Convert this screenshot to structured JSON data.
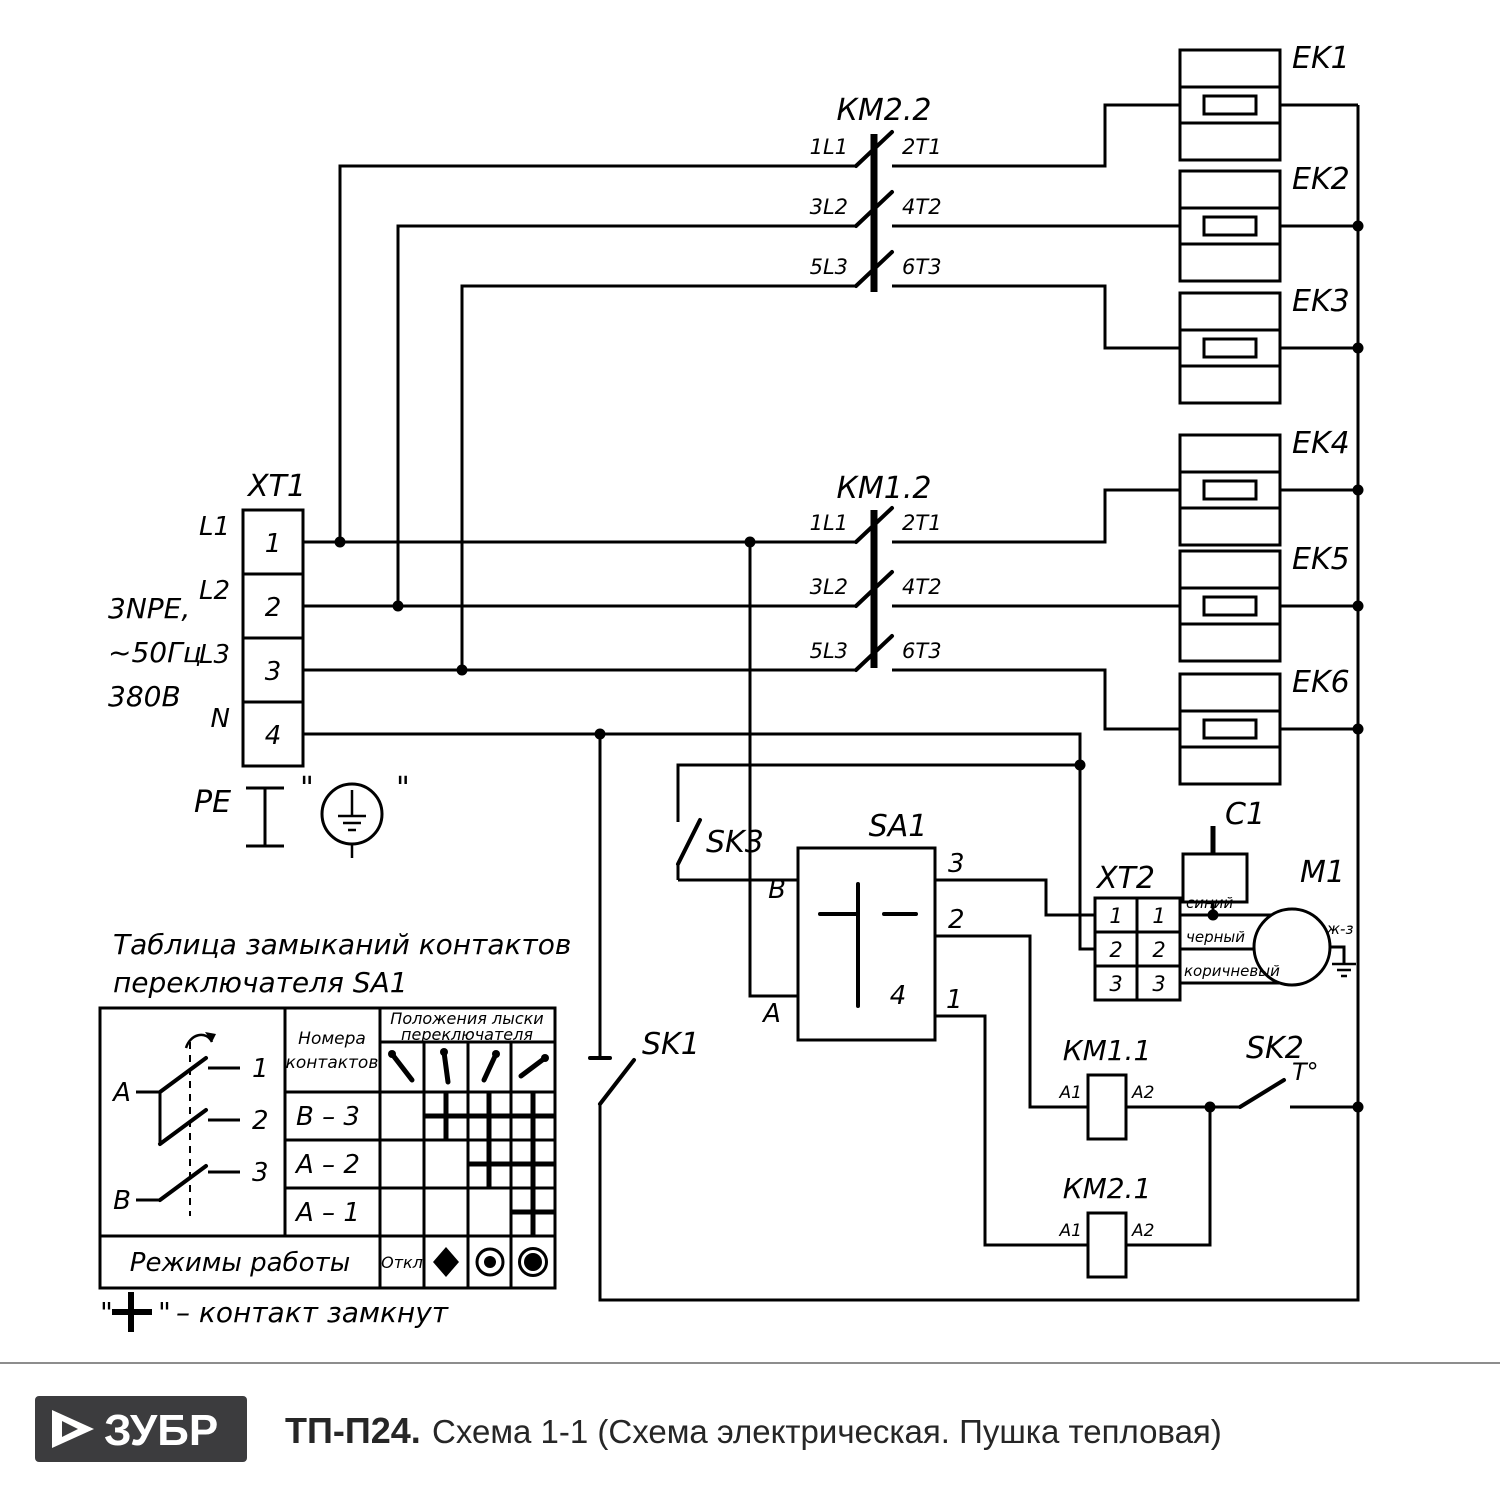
{
  "schematic": {
    "xt1": {
      "label": "XT1",
      "pe": "PE",
      "pe_quote": "\"",
      "supply_lines": [
        "3NPE,",
        "~50Гц",
        "380В"
      ],
      "phase_labels": [
        "L1",
        "L2",
        "L3",
        "N"
      ],
      "terminals": [
        "1",
        "2",
        "3",
        "4"
      ]
    },
    "km22": {
      "label": "КМ2.2",
      "pole_in": [
        "1L1",
        "3L2",
        "5L3"
      ],
      "pole_out": [
        "2T1",
        "4T2",
        "6T3"
      ]
    },
    "km12": {
      "label": "КМ1.2",
      "pole_in": [
        "1L1",
        "3L2",
        "5L3"
      ],
      "pole_out": [
        "2T1",
        "4T2",
        "6T3"
      ]
    },
    "heaters": [
      "EK1",
      "EK2",
      "EK3",
      "EK4",
      "EK5",
      "EK6"
    ],
    "sk1": "SK1",
    "sk3": "SK3",
    "sa1": {
      "label": "SA1",
      "b": "В",
      "a": "А",
      "t3": "3",
      "t2": "2",
      "t1": "1",
      "t4": "4"
    },
    "xt2": {
      "label": "XT2",
      "left": [
        "1",
        "2",
        "3"
      ],
      "right": [
        "1",
        "2",
        "3"
      ]
    },
    "c1": "C1",
    "m1": "M1",
    "ground_wire": "ж-з",
    "wire_colors": [
      "синий",
      "черный",
      "коричневый"
    ],
    "km11": {
      "label": "КМ1.1",
      "a1": "A1",
      "a2": "A2"
    },
    "km21": {
      "label": "КМ2.1",
      "a1": "A1",
      "a2": "A2"
    },
    "sk2": {
      "label": "SK2",
      "temp": "T°"
    }
  },
  "table": {
    "title_line1": "Таблица замыканий контактов",
    "title_line2": "переключателя SA1",
    "header_contacts_line1": "Номера",
    "header_contacts_line2": "контактов",
    "header_positions_line1": "Положения лыски",
    "header_positions_line2": "переключателя",
    "switch": {
      "a": "А",
      "b": "В",
      "n1": "1",
      "n2": "2",
      "n3": "3"
    },
    "rows": [
      {
        "name": "В – 3",
        "closed": [
          false,
          true,
          true,
          true
        ]
      },
      {
        "name": "А – 2",
        "closed": [
          false,
          false,
          true,
          true
        ]
      },
      {
        "name": "А – 1",
        "closed": [
          false,
          false,
          false,
          true
        ]
      }
    ],
    "modes_label": "Режимы работы",
    "off_label": "Откл",
    "legend_quote_open": "\"",
    "legend_quote_close": "\"",
    "legend_text": "– контакт замкнут"
  },
  "footer": {
    "brand": "ЗУБР",
    "model": "ТП-П24.",
    "title": "Схема 1-1 (Схема электрическая. Пушка тепловая)"
  }
}
